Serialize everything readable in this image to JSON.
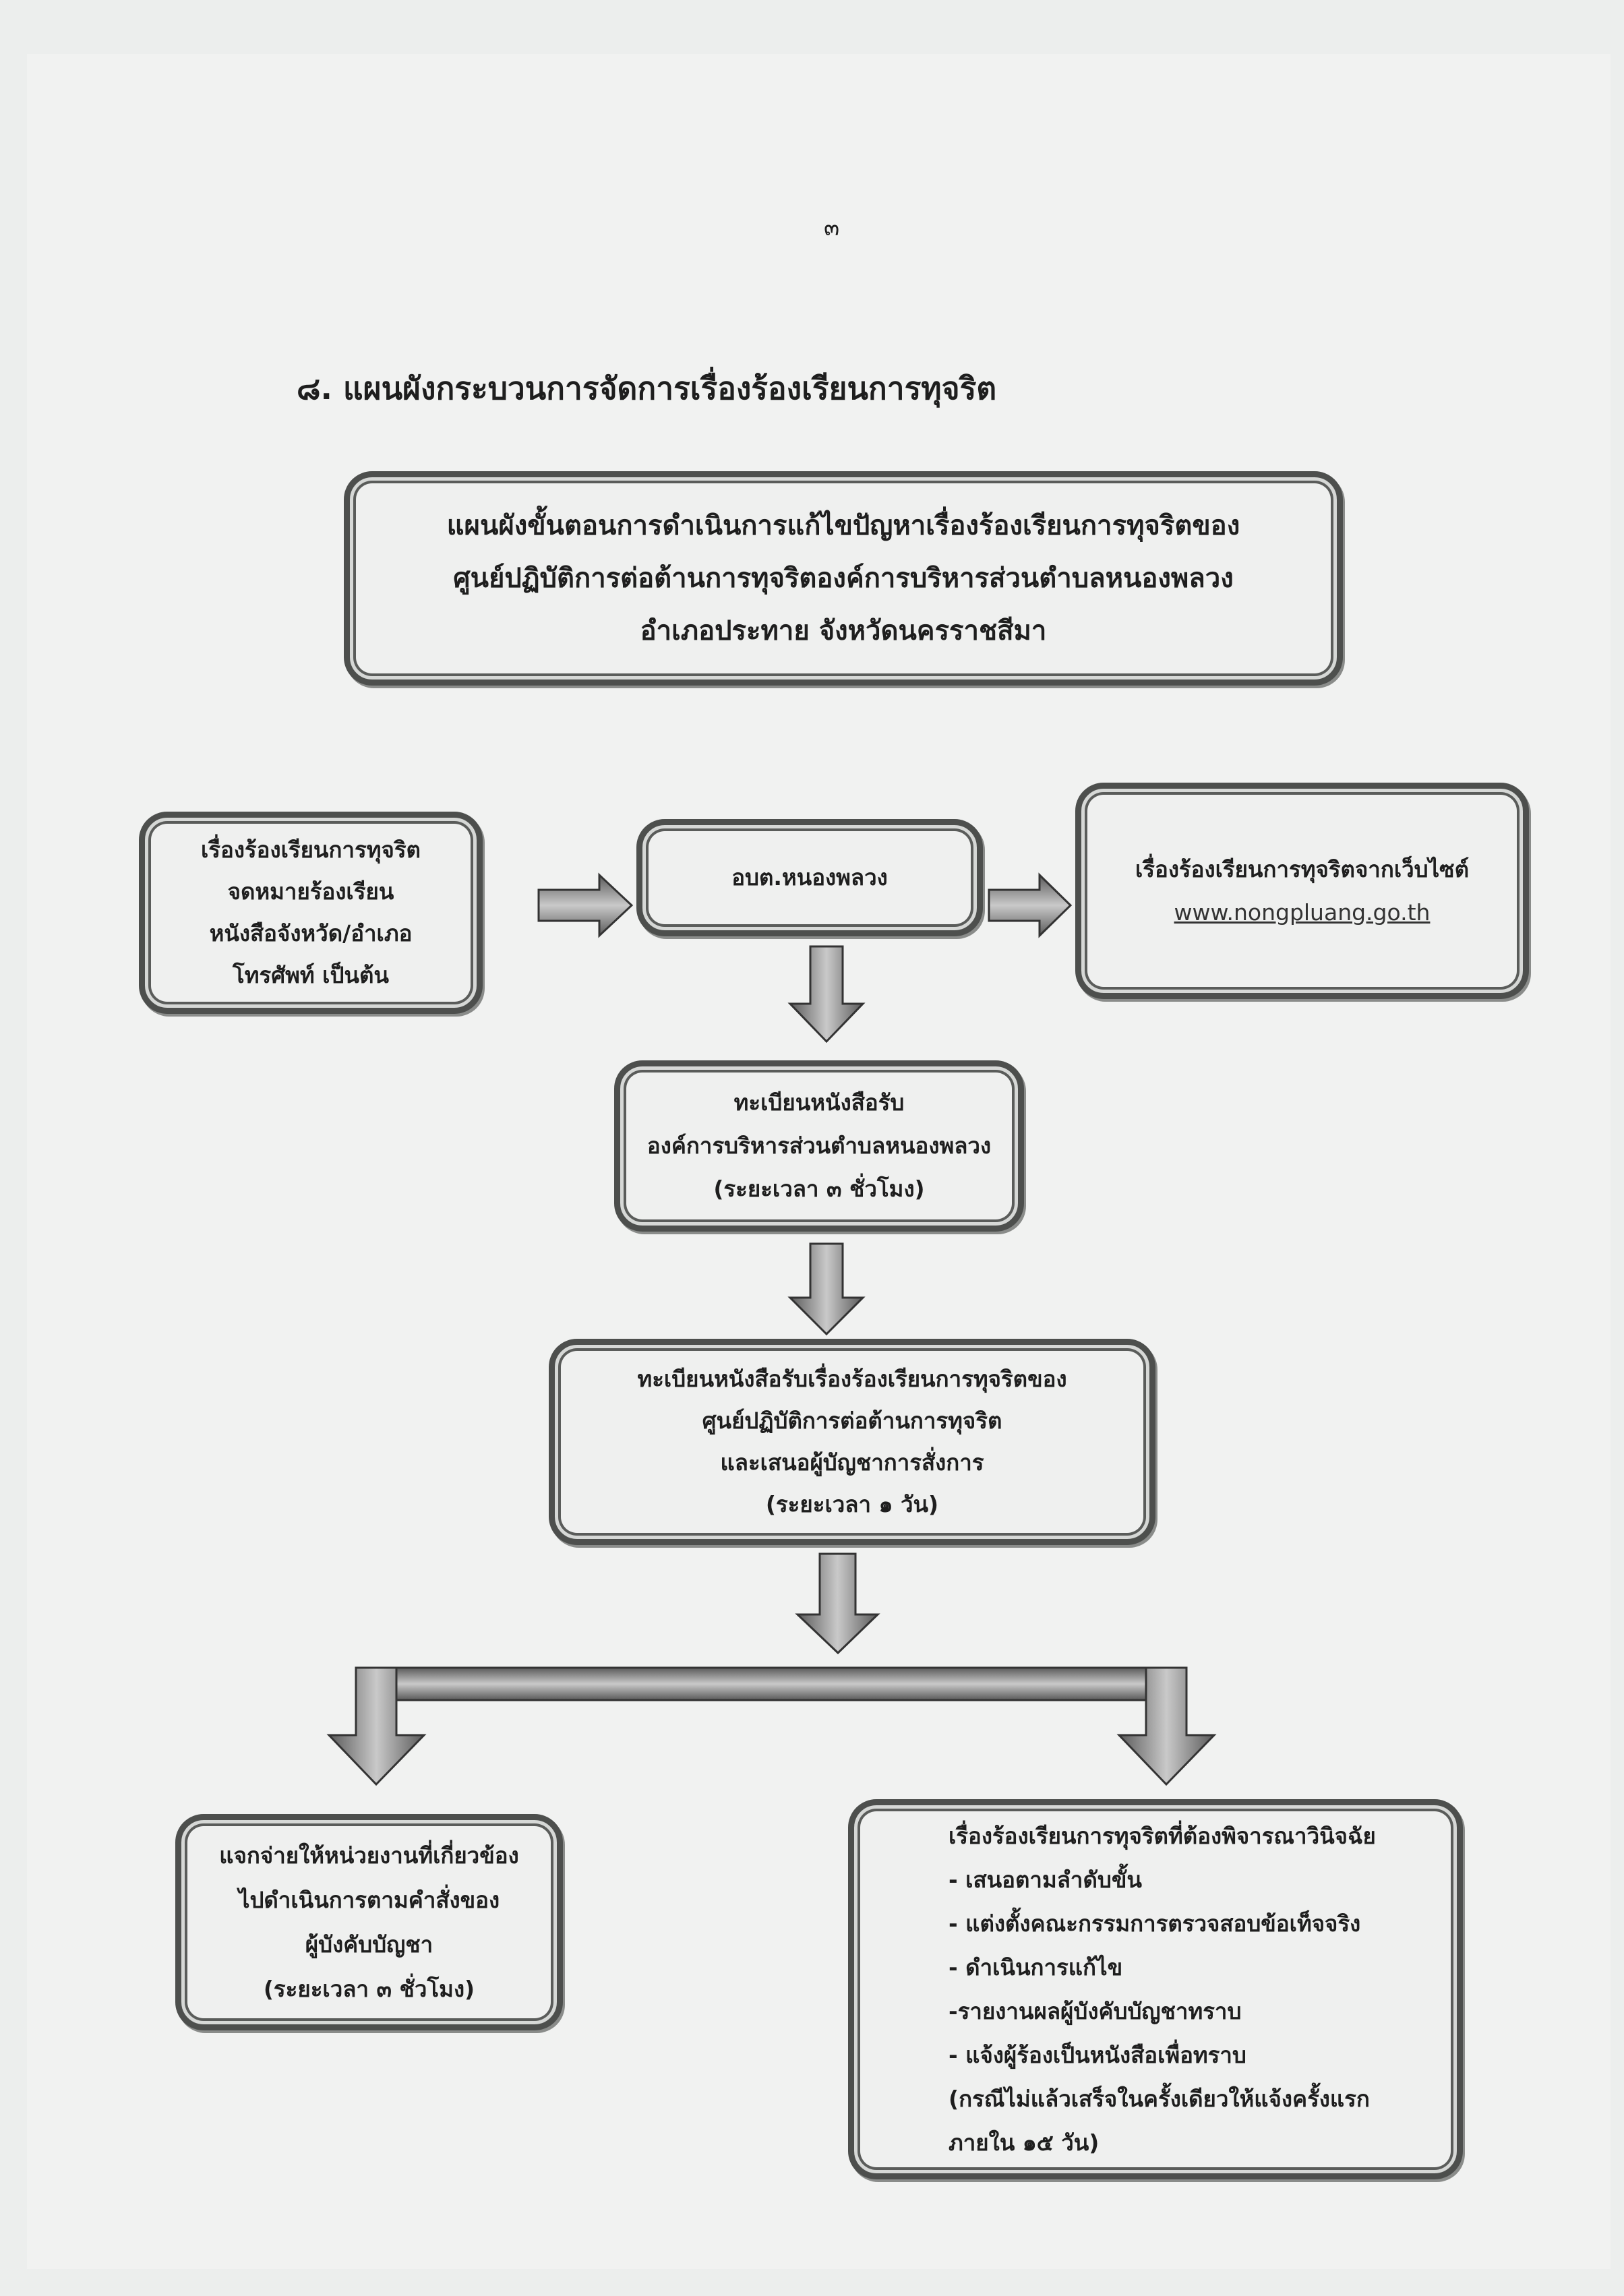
{
  "page_number": "๓",
  "heading": "๘. แผนผังกระบวนการจัดการเรื่องร้องเรียนการทุจริต",
  "title_box": {
    "lines": [
      "แผนผังขั้นตอนการดำเนินการแก้ไขปัญหาเรื่องร้องเรียนการทุจริตของ",
      "ศูนย์ปฏิบัติการต่อต้านการทุจริตองค์การบริหารส่วนตำบลหนองพลวง",
      "อำเภอประทาย จังหวัดนครราชสีมา"
    ]
  },
  "channels_box": {
    "lines": [
      "เรื่องร้องเรียนการทุจริต",
      "จดหมายร้องเรียน",
      "หนังสือจังหวัด/อำเภอ",
      "โทรศัพท์ เป็นต้น"
    ]
  },
  "office_box": {
    "label": "อบต.หนองพลวง"
  },
  "website_box": {
    "label": "เรื่องร้องเรียนการทุจริตจากเว็บไซต์",
    "url": "www.nongpluang.go.th"
  },
  "register_box": {
    "lines": [
      "ทะเบียนหนังสือรับ",
      "องค์การบริหารส่วนตำบลหนองพลวง",
      "(ระยะเวลา ๓ ชั่วโมง)"
    ]
  },
  "center_box": {
    "lines": [
      "ทะเบียนหนังสือรับเรื่องร้องเรียนการทุจริตของ",
      "ศูนย์ปฏิบัติการต่อต้านการทุจริต",
      "และเสนอผู้บัญชาการสั่งการ",
      "(ระยะเวลา ๑ วัน)"
    ]
  },
  "distribute_box": {
    "lines": [
      "แจกจ่ายให้หน่วยงานที่เกี่ยวข้อง",
      "ไปดำเนินการตามคำสั่งของ",
      "ผู้บังคับบัญชา",
      "(ระยะเวลา ๓ ชั่วโมง)"
    ]
  },
  "consider_box": {
    "lines": [
      "เรื่องร้องเรียนการทุจริตที่ต้องพิจารณาวินิจฉัย",
      "- เสนอตามลำดับขั้น",
      "- แต่งตั้งคณะกรรมการตรวจสอบข้อเท็จจริง",
      "- ดำเนินการแก้ไข",
      "-รายงานผลผู้บังคับบัญชาทราบ",
      "- แจ้งผู้ร้องเป็นหนังสือเพื่อทราบ",
      "(กรณีไม่แล้วเสร็จในครั้งเดียวให้แจ้งครั้งแรก",
      "ภายใน ๑๕ วัน)"
    ]
  }
}
